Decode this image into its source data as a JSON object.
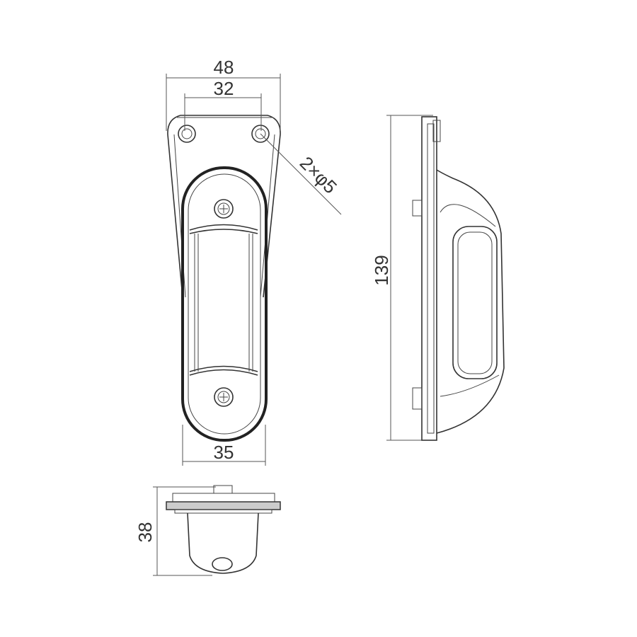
{
  "dimensions": {
    "top_width": "48",
    "hole_spacing": "32",
    "recess_width": "35",
    "height": "139",
    "depth": "38",
    "holes": "2×φ5"
  }
}
